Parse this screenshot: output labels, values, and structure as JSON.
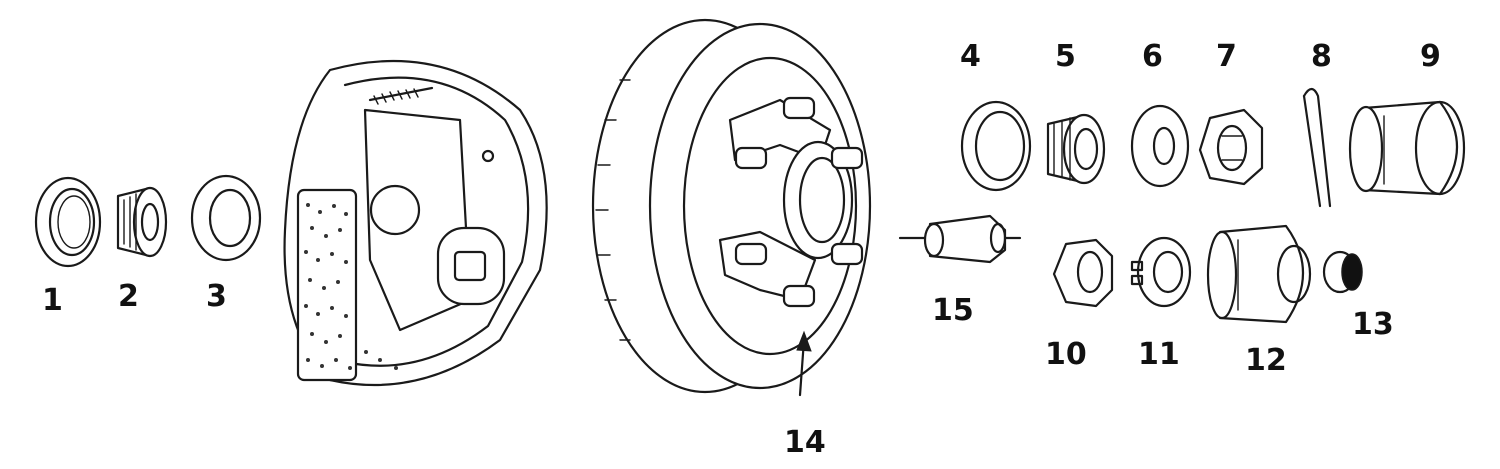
{
  "part_numbers": [
    "1",
    "2",
    "3",
    "4",
    "5",
    "6",
    "7",
    "8",
    "9",
    "10",
    "11",
    "12",
    "13",
    "14",
    "15"
  ],
  "colors": {
    "line": "#1a1a1a",
    "background": "#ffffff",
    "label": "#111111"
  }
}
